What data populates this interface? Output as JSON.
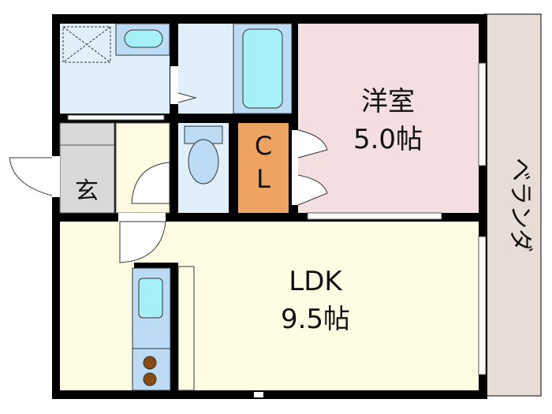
{
  "rooms": {
    "western_room": {
      "name": "洋室",
      "size": "5.0帖"
    },
    "ldk": {
      "name": "LDK",
      "size": "9.5帖"
    },
    "closet": {
      "line1": "C",
      "line2": "L"
    },
    "entrance": {
      "name": "玄"
    },
    "balcony": {
      "name": "ベランダ"
    }
  },
  "colors": {
    "wall": "#000000",
    "wet_area": "#dff0fb",
    "fixture": "#bcdcf5",
    "tub": "#a6f0fa",
    "western_room": "#f3dfe0",
    "ldk": "#fefde3",
    "closet": "#eda463",
    "entrance": "#d9d9d9",
    "balcony": "#e8dcd6",
    "stove": "#8a4a12"
  }
}
